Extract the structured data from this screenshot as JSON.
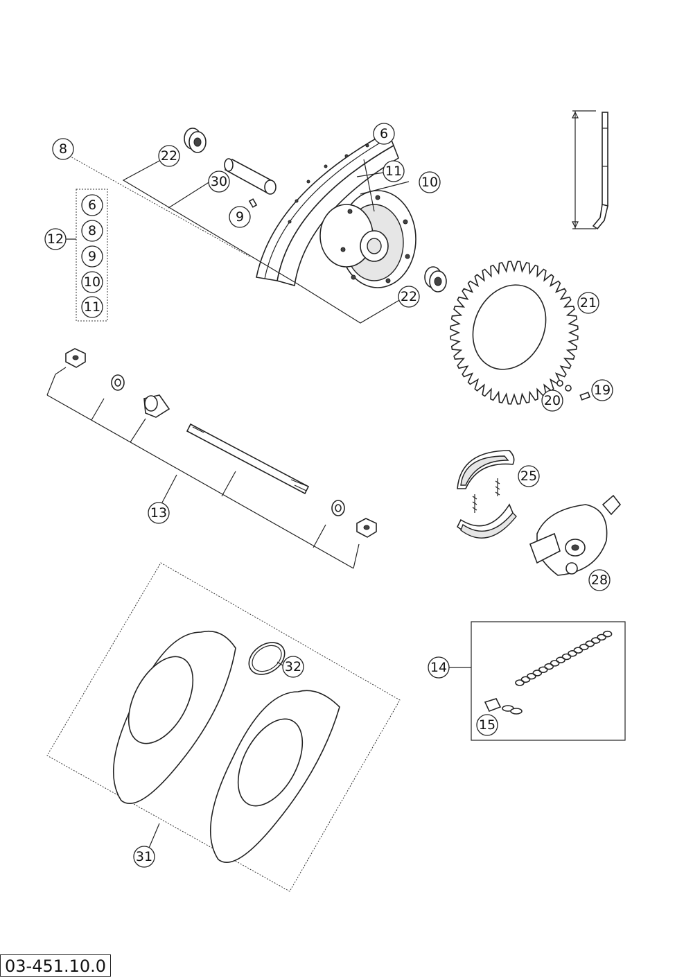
{
  "drawing_number": "03-451.10.0",
  "callouts": {
    "c6": "6",
    "c8": "8",
    "c22a": "22",
    "c30": "30",
    "c9": "9",
    "c11": "11",
    "c10": "10",
    "c22b": "22",
    "c21": "21",
    "c20": "20",
    "c19": "19",
    "c12": "12",
    "c13": "13",
    "c25": "25",
    "c28": "28",
    "c14": "14",
    "c15": "15",
    "c31": "31",
    "c32": "32"
  },
  "kit_12_members": [
    "6",
    "8",
    "9",
    "10",
    "11"
  ]
}
